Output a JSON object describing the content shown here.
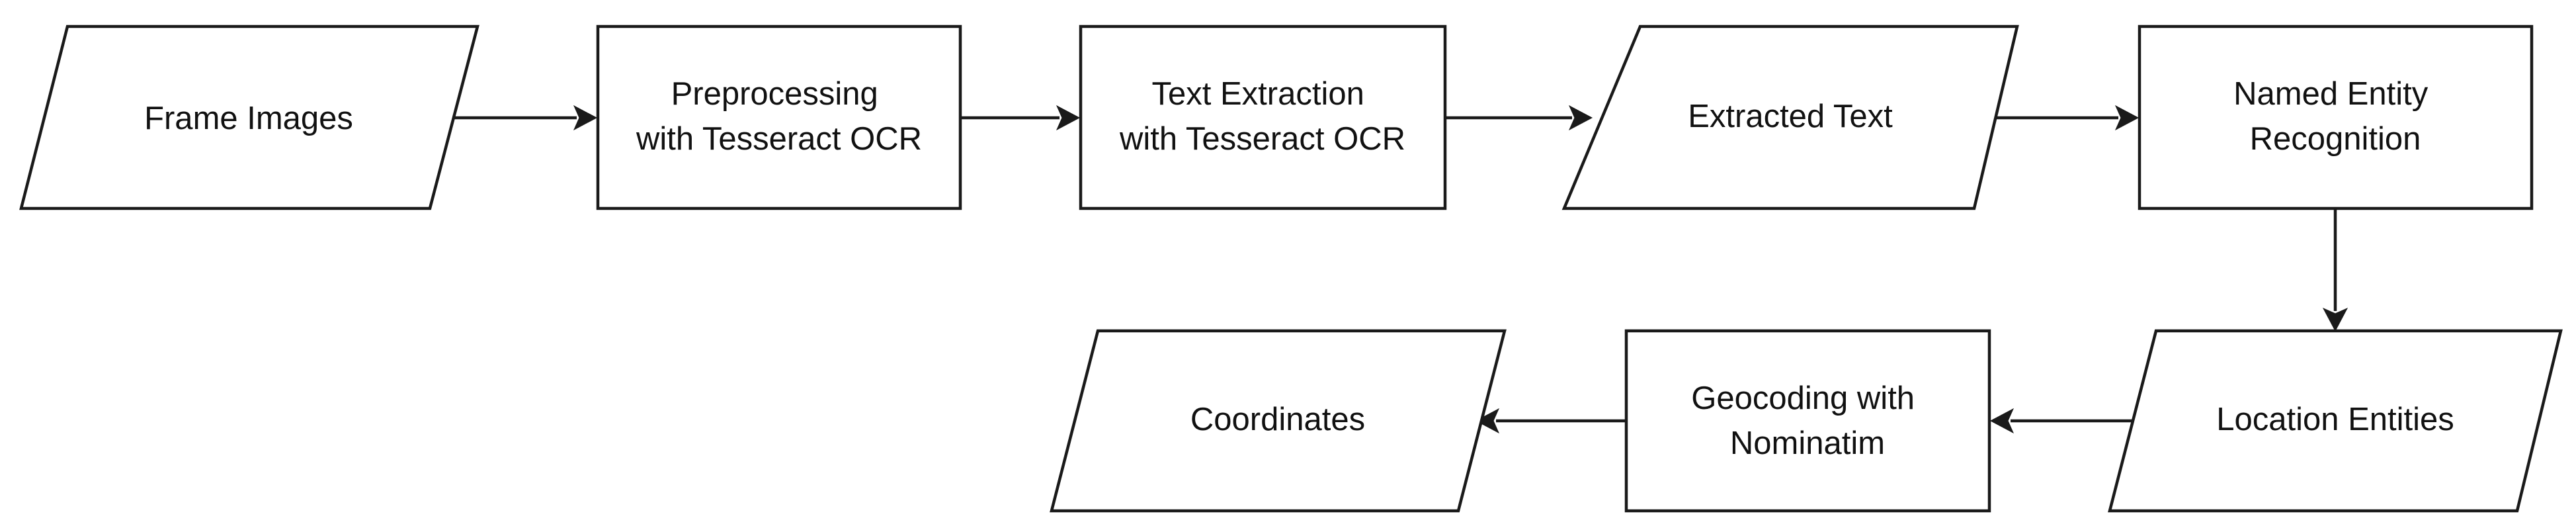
{
  "diagram": {
    "nodes": {
      "frame_images": {
        "shape": "parallelogram",
        "lines": [
          "Frame Images"
        ]
      },
      "preprocessing": {
        "shape": "rectangle",
        "lines": [
          "Preprocessing",
          "with Tesseract OCR"
        ]
      },
      "text_extraction": {
        "shape": "rectangle",
        "lines": [
          "Text Extraction",
          "with Tesseract OCR"
        ]
      },
      "extracted_text": {
        "shape": "parallelogram",
        "lines": [
          "Extracted Text"
        ]
      },
      "named_entity_recognition": {
        "shape": "rectangle",
        "lines": [
          "Named Entity",
          "Recognition"
        ]
      },
      "location_entities": {
        "shape": "parallelogram",
        "lines": [
          "Location Entities"
        ]
      },
      "geocoding": {
        "shape": "rectangle",
        "lines": [
          "Geocoding with",
          "Nominatim"
        ]
      },
      "coordinates": {
        "shape": "parallelogram",
        "lines": [
          "Coordinates"
        ]
      }
    },
    "edges": [
      {
        "from": "frame_images",
        "to": "preprocessing"
      },
      {
        "from": "preprocessing",
        "to": "text_extraction"
      },
      {
        "from": "text_extraction",
        "to": "extracted_text"
      },
      {
        "from": "extracted_text",
        "to": "named_entity_recognition"
      },
      {
        "from": "named_entity_recognition",
        "to": "location_entities"
      },
      {
        "from": "location_entities",
        "to": "geocoding"
      },
      {
        "from": "geocoding",
        "to": "coordinates"
      }
    ],
    "colors": {
      "stroke": "#1a1a1a",
      "fill": "#ffffff",
      "text": "#111111"
    }
  }
}
